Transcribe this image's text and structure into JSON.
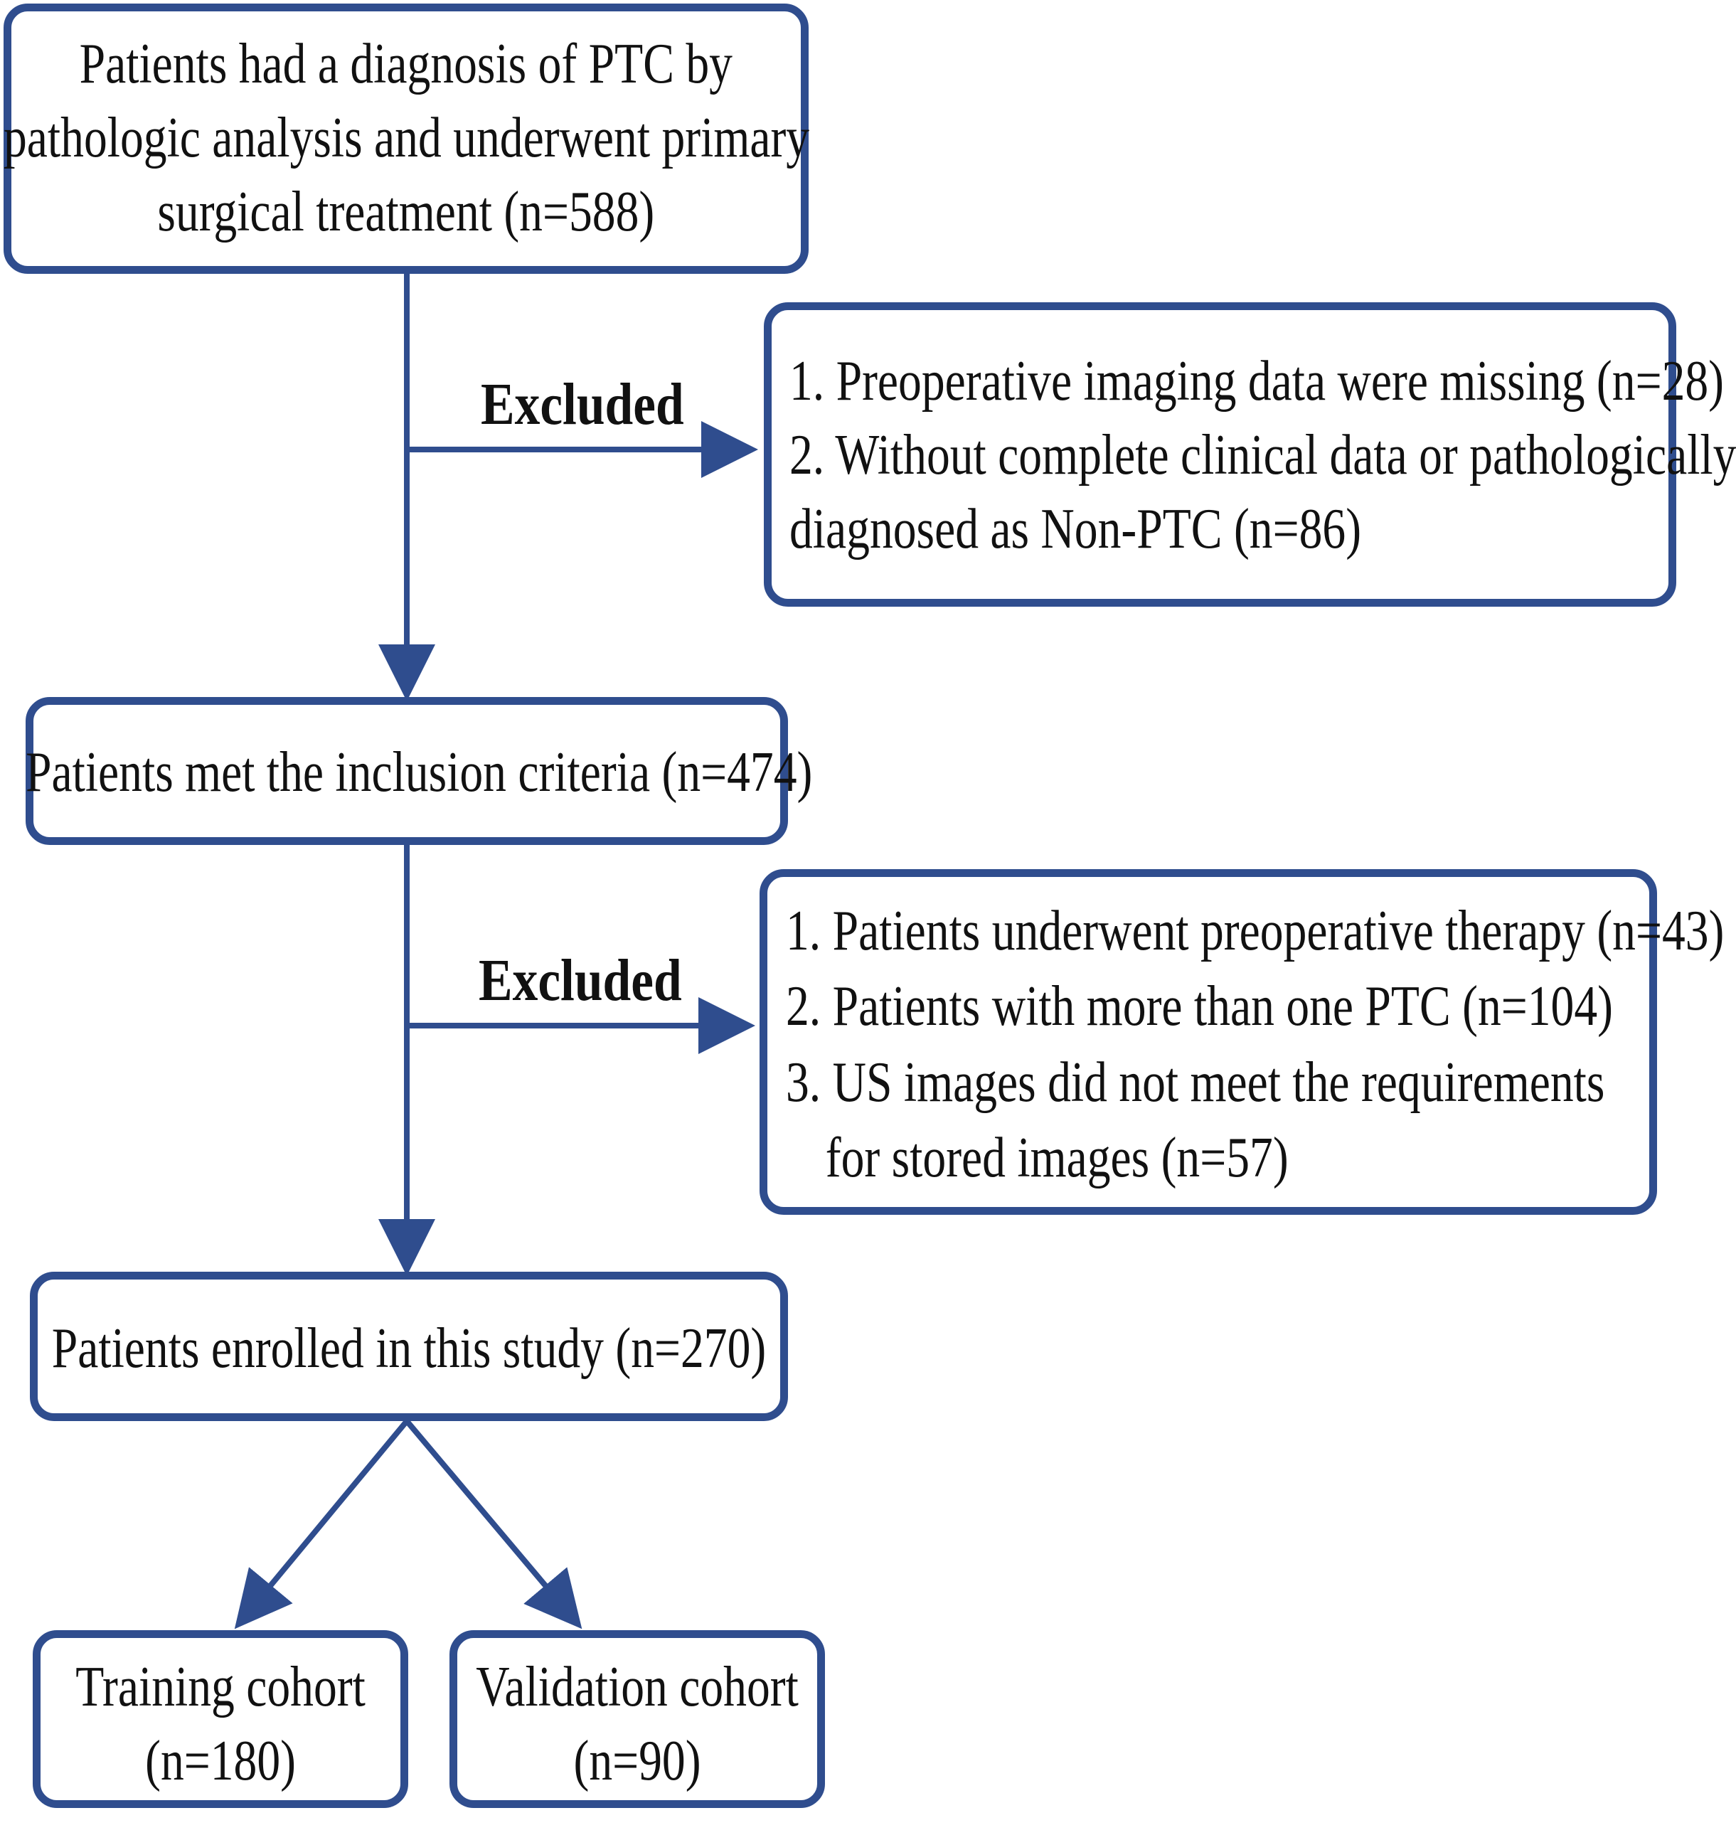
{
  "boxes": {
    "initial": {
      "lines": [
        "Patients had a diagnosis of PTC by",
        "pathologic analysis and underwent primary",
        "surgical treatment (n=588)"
      ]
    },
    "exclusion1": {
      "label": "Excluded",
      "lines": [
        "1. Preoperative imaging data were missing (n=28)",
        "2.  Without complete clinical data or pathologically",
        "diagnosed as Non-PTC (n=86)"
      ]
    },
    "inclusion": {
      "text": "Patients met the inclusion criteria (n=474)"
    },
    "exclusion2": {
      "label": "Excluded",
      "lines": [
        "1. Patients underwent preoperative therapy (n=43)",
        "2. Patients with more than one PTC (n=104)",
        "3. US images did not meet the requirements",
        "for stored images (n=57)"
      ]
    },
    "enrolled": {
      "text": "Patients enrolled in this study (n=270)"
    },
    "training": {
      "lines": [
        "Training cohort",
        "(n=180)"
      ]
    },
    "validation": {
      "lines": [
        "Validation cohort",
        "(n=90)"
      ]
    }
  },
  "colors": {
    "border": "#2f4d8e",
    "arrow": "#2f4d8e",
    "text": "#111111"
  }
}
